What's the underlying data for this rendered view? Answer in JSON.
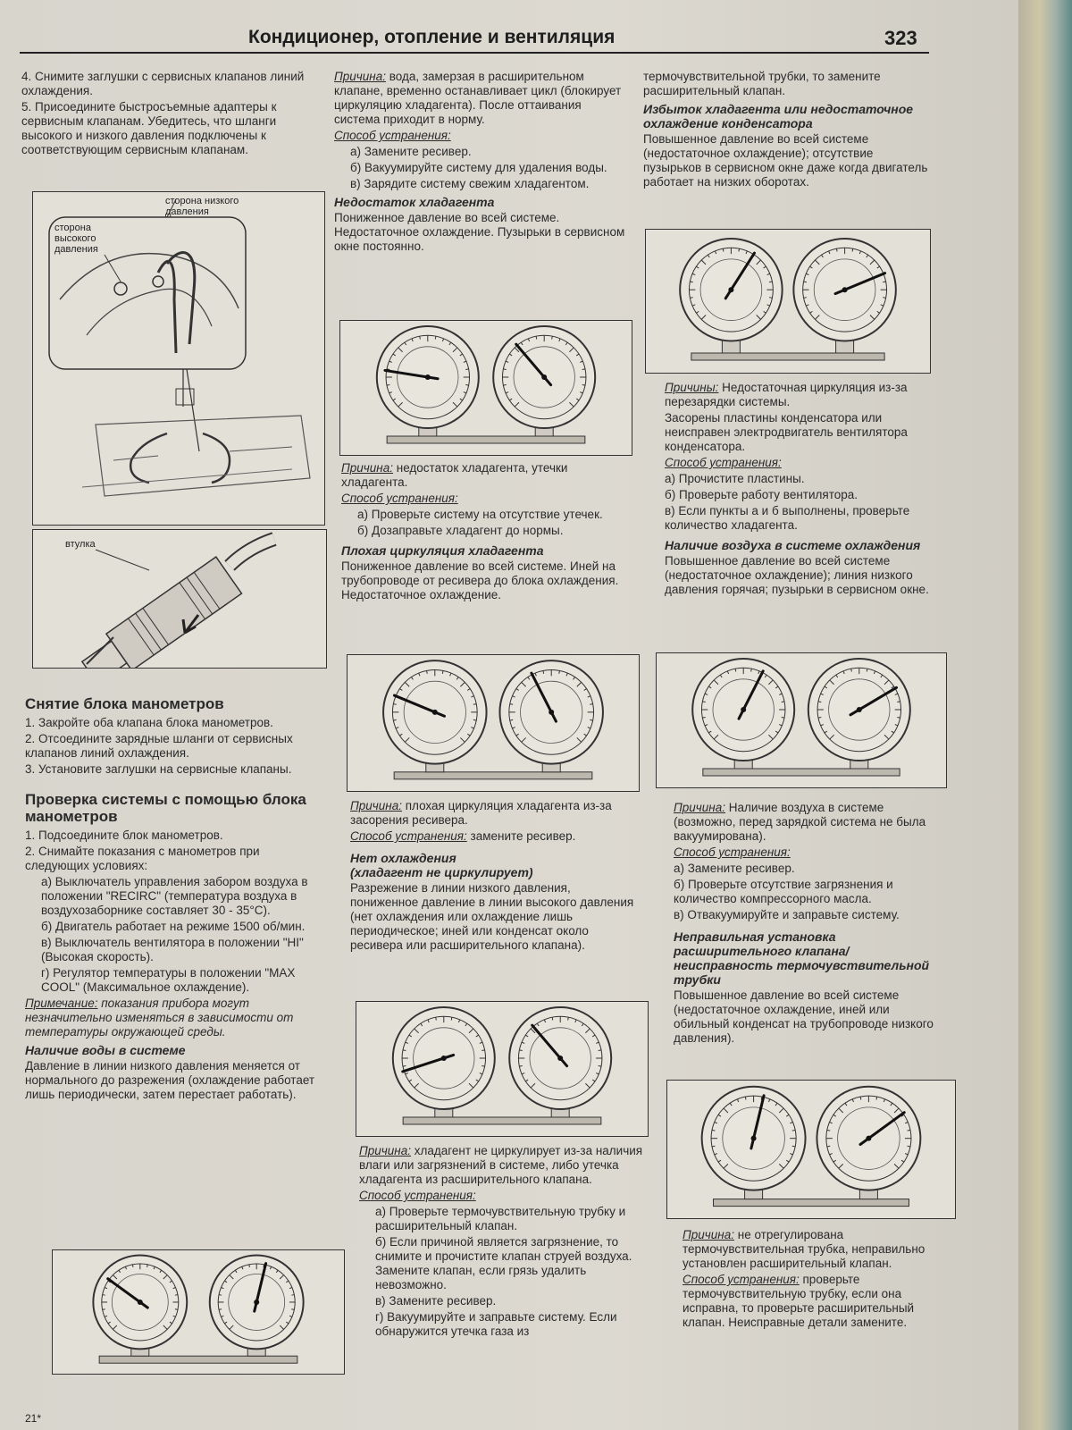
{
  "header": {
    "title": "Кондиционер, отопление и вентиляция",
    "page_number": "323"
  },
  "footer": {
    "mark": "21*"
  },
  "col1": {
    "step4": "4. Снимите заглушки с сервисных клапанов линий охлаждения.",
    "step5": "5. Присоедините быстросъемные адаптеры к сервисным клапанам. Убедитесь, что шланги высокого и низкого давления подключены к соответствующим сервисным клапанам.",
    "fig_engine": {
      "label_low": "сторона низкого давления",
      "label_high": "сторона высокого давления"
    },
    "fig_hose": {
      "label_sleeve": "втулка"
    },
    "removal": {
      "title": "Снятие блока манометров",
      "s1": "1. Закройте оба клапана блока манометров.",
      "s2": "2. Отсоедините зарядные шланги от сервисных клапанов линий охлаждения.",
      "s3": "3. Установите заглушки на сервисные клапаны."
    },
    "check": {
      "title": "Проверка системы с помощью блока манометров",
      "s1": "1. Подсоедините блок манометров.",
      "s2": "2. Снимайте показания с манометров при следующих условиях:",
      "a": "а) Выключатель управления забором воздуха в положении \"RECIRC\" (температура воздуха в воздухозаборнике составляет 30 - 35°C).",
      "b": "б) Двигатель работает на режиме 1500 об/мин.",
      "v": "в) Выключатель вентилятора в положении \"HI\" (Высокая скорость).",
      "g": "г) Регулятор температуры в положении \"MAX COOL\" (Максимальное охлаждение).",
      "note_label": "Примечание:",
      "note_text": " показания прибора могут незначительно изменяться в зависимости от температуры окружающей среды."
    },
    "water": {
      "title": "Наличие воды в системе",
      "text": "Давление в линии низкого давления меняется от нормального до разрежения (охлаждение работает лишь периодически, затем перестает работать)."
    }
  },
  "col2": {
    "water_cause_label": "Причина:",
    "water_cause": " вода, замерзая в расширительном клапане, временно останавливает цикл (блокирует циркуляцию хладагента). После оттаивания система приходит в норму.",
    "water_fix_label": "Способ устранения:",
    "water_fix_a": "а) Замените ресивер.",
    "water_fix_b": "б) Вакуумируйте систему для удаления воды.",
    "water_fix_v": "в) Зарядите систему свежим хладагентом.",
    "lack": {
      "title": "Недостаток хладагента",
      "text": "Пониженное давление во всей системе. Недостаточное охлаждение. Пузырьки в сервисном окне постоянно.",
      "cause_label": "Причина:",
      "cause": " недостаток хладагента, утечки хладагента.",
      "fix_label": "Способ устранения:",
      "fix_a": "а) Проверьте систему на отсутствие утечек.",
      "fix_b": "б) Дозаправьте хладагент до нормы."
    },
    "poor": {
      "title": "Плохая циркуляция хладагента",
      "text": "Пониженное давление во всей системе. Иней на трубопроводе от ресивера до блока охлаждения. Недостаточное охлаждение.",
      "cause_label": "Причина:",
      "cause": " плохая циркуляция хладагента из-за засорения ресивера.",
      "fix_label": "Способ устранения:",
      "fix": " замените ресивер."
    },
    "nocool": {
      "title1": "Нет охлаждения",
      "title2": "(хладагент не циркулирует)",
      "text": "Разрежение в линии низкого давления, пониженное давление в линии высокого давления (нет охлаждения или охлаждение лишь периодическое; иней или конденсат около ресивера или расширительного клапана).",
      "cause_label": "Причина:",
      "cause": " хладагент не циркулирует из-за наличия влаги или загрязнений в системе, либо утечка хладагента из расширительного клапана.",
      "fix_label": "Способ устранения:",
      "fix_a": "а) Проверьте термочувствительную трубку и расширительный клапан.",
      "fix_b": "б) Если причиной является загрязнение, то снимите и прочистите клапан струей воздуха. Замените клапан, если грязь удалить невозможно.",
      "fix_v": "в) Замените ресивер.",
      "fix_g": "г) Вакуумируйте и заправьте систему. Если обнаружится утечка газа из"
    }
  },
  "col3": {
    "cont": "термочувствительной трубки, то замените расширительный клапан.",
    "excess": {
      "title": "Избыток хладагента или недостаточное охлаждение конденсатора",
      "text": "Повышенное давление во всей системе (недостаточное охлаждение); отсутствие пузырьков в сервисном окне даже когда двигатель работает на низких оборотах.",
      "cause_label": "Причины:",
      "cause": " Недостаточная циркуляция из-за перезарядки системы.",
      "cause2": "Засорены пластины конденсатора или неисправен электродвигатель вентилятора конденсатора.",
      "fix_label": "Способ устранения:",
      "fix_a": "а) Прочистите пластины.",
      "fix_b": "б) Проверьте работу вентилятора.",
      "fix_v": "в) Если пункты а и б выполнены, проверьте количество хладагента."
    },
    "air": {
      "title": "Наличие воздуха в системе охлаждения",
      "text": "Повышенное давление во всей системе (недостаточное охлаждение); линия низкого давления горячая; пузырьки в сервисном окне.",
      "cause_label": "Причина:",
      "cause": " Наличие воздуха в системе (возможно, перед зарядкой система не была вакуумирована).",
      "fix_label": "Способ устранения:",
      "fix_a": "а) Замените ресивер.",
      "fix_b": "б) Проверьте отсутствие загрязнения и количество компрессорного масла.",
      "fix_v": "в) Отвакуумируйте и заправьте систему."
    },
    "valve": {
      "title": "Неправильная установка расширительного клапана/неисправность термочувствительной трубки",
      "text": "Повышенное давление во всей системе (недостаточное охлаждение, иней или обильный конденсат на трубопроводе низкого давления).",
      "cause_label": "Причина:",
      "cause": " не отрегулирована термочувствительная трубка, неправильно установлен расширительный клапан.",
      "fix_label": "Способ устранения:",
      "fix": " проверьте термочувствительную трубку, если она исправна, то проверьте расширительный клапан. Неисправные детали замените."
    }
  },
  "colors": {
    "ink": "#2a2a2a",
    "paper": "#dcd9d1",
    "edge": "#5f8a86"
  },
  "gauge_readings": {
    "water": {
      "low": 0.3,
      "high": 0.55
    },
    "lack": {
      "low": 0.2,
      "high": 0.35
    },
    "poor": {
      "low": 0.25,
      "high": 0.4
    },
    "nocool": {
      "low": 0.1,
      "high": 0.35
    },
    "excess": {
      "low": 0.62,
      "high": 0.75
    },
    "air": {
      "low": 0.6,
      "high": 0.72
    },
    "valve": {
      "low": 0.55,
      "high": 0.7
    }
  }
}
